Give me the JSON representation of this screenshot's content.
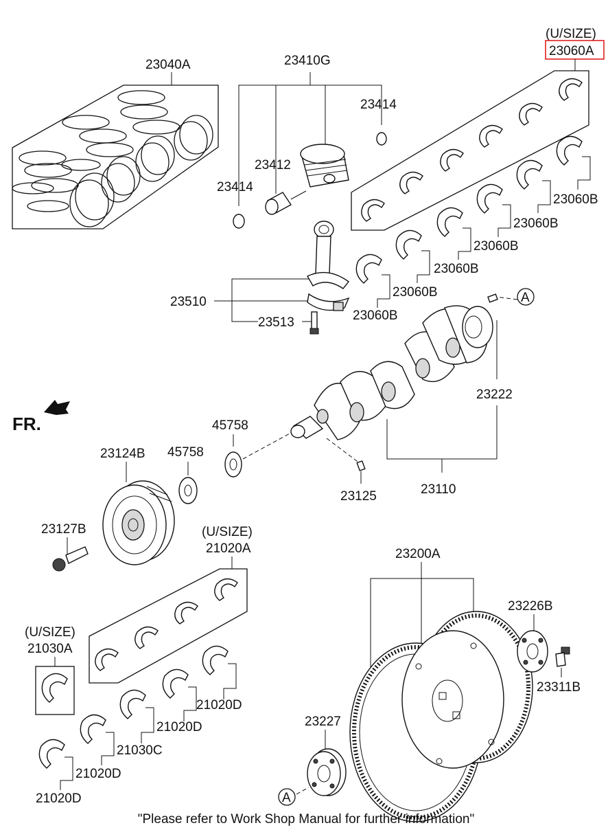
{
  "diagram": {
    "labels": {
      "p23040A": "23040A",
      "p23410G": "23410G",
      "p23414_top": "23414",
      "p23412": "23412",
      "p23414_bot": "23414",
      "usize_23060": "(U/SIZE)",
      "p23060A": "23060A",
      "p23060B_1": "23060B",
      "p23060B_2": "23060B",
      "p23060B_3": "23060B",
      "p23060B_4": "23060B",
      "p23060B_5": "23060B",
      "p23060B_6": "23060B",
      "p23510": "23510",
      "p23513": "23513",
      "ref_a_top": "A",
      "p23222": "23222",
      "fr": "FR.",
      "p45758_top": "45758",
      "p45758_bot": "45758",
      "p23124B": "23124B",
      "p23127B": "23127B",
      "p23125": "23125",
      "p23110": "23110",
      "usize_21020": "(U/SIZE)",
      "p21020A": "21020A",
      "usize_21030": "(U/SIZE)",
      "p21030A": "21030A",
      "p21020D_1": "21020D",
      "p21020D_2": "21020D",
      "p21030C": "21030C",
      "p21020D_3": "21020D",
      "p21020D_4": "21020D",
      "p23200A": "23200A",
      "p23226B": "23226B",
      "p23311B": "23311B",
      "p23227": "23227",
      "ref_a_bot": "A",
      "footer": "\"Please refer to Work Shop Manual for further information\""
    },
    "highlight_color": "#e02020"
  }
}
